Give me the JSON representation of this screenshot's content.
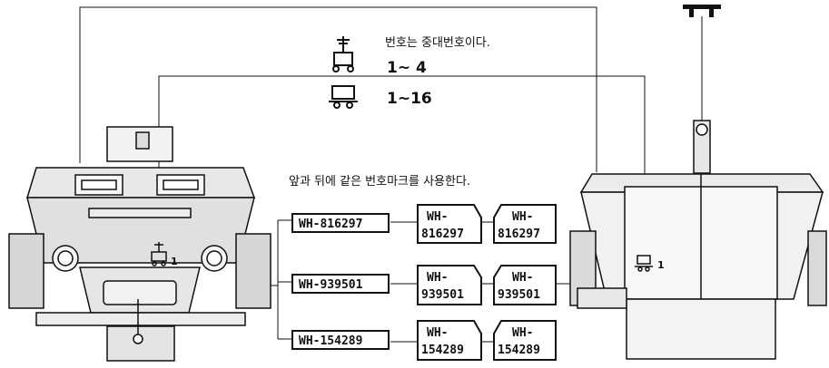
{
  "legend": {
    "note": "번호는 중대번호이다.",
    "range_a": "1~ 4",
    "range_b": "1~16"
  },
  "caption": "앞과 뒤에 같은 번호마크를 사용한다.",
  "front_number": "1",
  "rear_number": "1",
  "plates": [
    {
      "single": "WH-816297",
      "line1": "WH-",
      "line2": "816297"
    },
    {
      "single": "WH-939501",
      "line1": "WH-",
      "line2": "939501"
    },
    {
      "single": "WH-154289",
      "line1": "WH-",
      "line2": "154289"
    }
  ]
}
